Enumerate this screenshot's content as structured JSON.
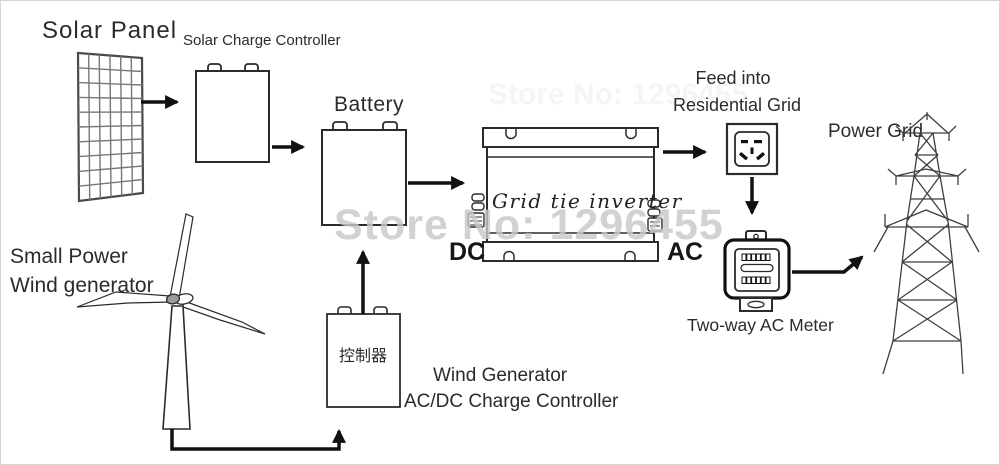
{
  "diagram": {
    "labels": {
      "solar_panel": "Solar Panel",
      "solar_charge_controller": "Solar Charge Controller",
      "battery": "Battery",
      "small_power_line1": "Small Power",
      "small_power_line2": "Wind generator",
      "controller_cn": "控制器",
      "wind_controller_line1": "Wind Generator",
      "wind_controller_line2": "AC/DC Charge Controller",
      "grid_tie_inverter": "Grid tie inverter",
      "dc": "DC",
      "ac": "AC",
      "feed_into_line1": "Feed into",
      "feed_into_line2": "Residential Grid",
      "power_grid": "Power Grid",
      "two_way_ac_meter": "Two-way AC Meter"
    },
    "watermark": "Store No: 1296455",
    "colors": {
      "line": "#1f1f1f",
      "text": "#2b2b2b",
      "watermark": "#c9c9c9",
      "tower": "#3f3f3f",
      "panel_grid": "#777777",
      "background": "#ffffff"
    }
  }
}
